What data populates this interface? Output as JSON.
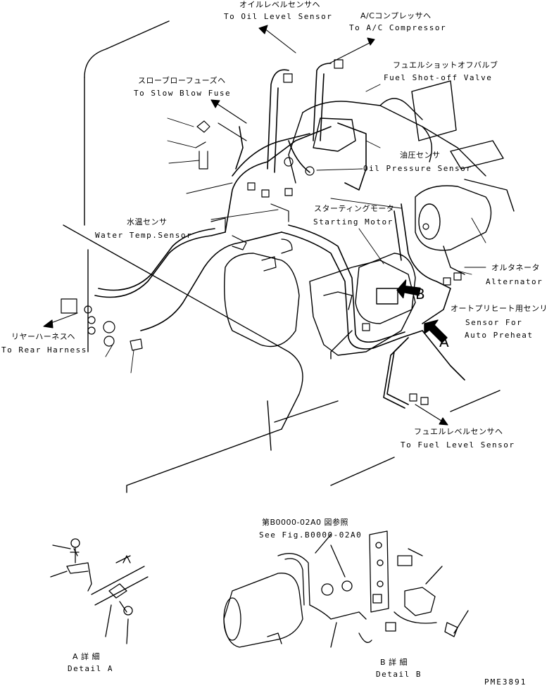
{
  "labels": {
    "oil_level_jp": "オイルレベルセンサヘ",
    "oil_level_en": "To Oil Level Sensor",
    "ac_jp": "A/Cコンプレッサヘ",
    "ac_en": "To A/C Compressor",
    "fuel_shutoff_jp": "フュエルショットオフバルブ",
    "fuel_shutoff_en": "Fuel Shot-off Valve",
    "slow_blow_jp": "スローブローフューズヘ",
    "slow_blow_en": "To Slow Blow Fuse",
    "oil_pressure_jp": "油圧センサ",
    "oil_pressure_en": "Oil Pressure Sensor",
    "starting_motor_jp": "スターティングモータ",
    "starting_motor_en": "Starting Motor",
    "water_temp_jp": "水温センサ",
    "water_temp_en": "Water Temp.Sensor",
    "alternator_jp": "オルタネータ",
    "alternator_en": "Alternator",
    "preheat_jp": "オートプリヒート用センリ",
    "preheat_en1": "Sensor For",
    "preheat_en2": "Auto Preheat",
    "rear_harness_jp": "リヤーハーネスヘ",
    "rear_harness_en": "To Rear Harness",
    "fuel_level_jp": "フュエルレベルセンサヘ",
    "fuel_level_en": "To Fuel Level Sensor",
    "see_fig_jp": "第B0000-02A0 図参照",
    "see_fig_en": "See Fig.B0000-02A0",
    "detail_a_jp": "A 詳 細",
    "detail_a_en": "Detail A",
    "detail_b_jp": "B 詳 細",
    "detail_b_en": "Detail B",
    "marker_a": "A",
    "marker_b": "B",
    "drawing_no": "PME3891"
  }
}
